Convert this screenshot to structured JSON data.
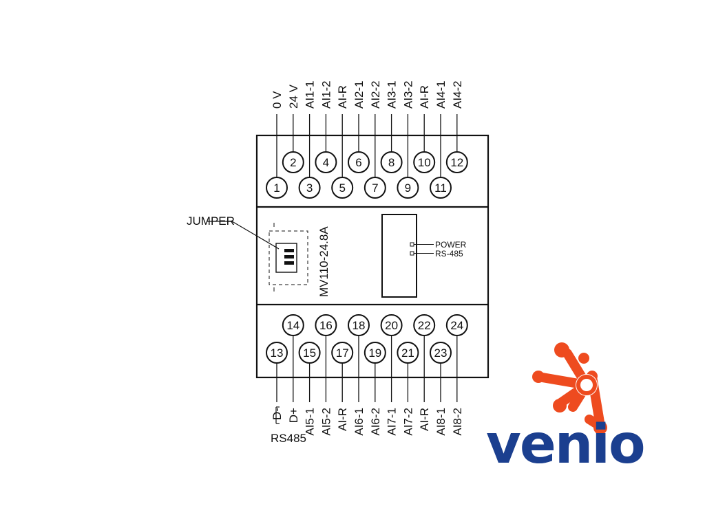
{
  "device": {
    "model": "MV110-24.8A",
    "jumper_label": "JUMPER",
    "indicators": [
      {
        "label": "POWER"
      },
      {
        "label": "RS-485"
      }
    ]
  },
  "top_terminals": [
    {
      "number": "1",
      "label": "0 V"
    },
    {
      "number": "2",
      "label": "24 V"
    },
    {
      "number": "3",
      "label": "AI1-1"
    },
    {
      "number": "4",
      "label": "AI1-2"
    },
    {
      "number": "5",
      "label": "AI-R"
    },
    {
      "number": "6",
      "label": "AI2-1"
    },
    {
      "number": "7",
      "label": "AI2-2"
    },
    {
      "number": "8",
      "label": "AI3-1"
    },
    {
      "number": "9",
      "label": "AI3-2"
    },
    {
      "number": "10",
      "label": "AI-R"
    },
    {
      "number": "11",
      "label": "AI4-1"
    },
    {
      "number": "12",
      "label": "AI4-2"
    }
  ],
  "bottom_terminals": [
    {
      "number": "13",
      "label": "D-"
    },
    {
      "number": "14",
      "label": "D+"
    },
    {
      "number": "15",
      "label": "AI5-1"
    },
    {
      "number": "16",
      "label": "AI5-2"
    },
    {
      "number": "17",
      "label": "AI-R"
    },
    {
      "number": "18",
      "label": "AI6-1"
    },
    {
      "number": "19",
      "label": "AI6-2"
    },
    {
      "number": "20",
      "label": "AI7-1"
    },
    {
      "number": "21",
      "label": "AI7-2"
    },
    {
      "number": "22",
      "label": "AI-R"
    },
    {
      "number": "23",
      "label": "AI8-1"
    },
    {
      "number": "24",
      "label": "AI8-2"
    }
  ],
  "rs485_label": "RS485",
  "brand": {
    "name": "venio",
    "text_color": "#1b3f8f",
    "accent_color": "#ee4b1f"
  }
}
